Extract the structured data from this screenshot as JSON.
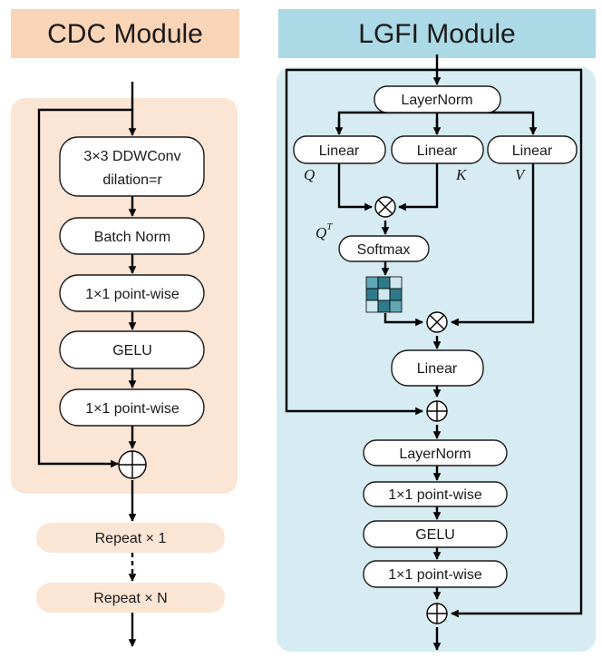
{
  "colors": {
    "cdc_title_bg": "#f9d4b7",
    "cdc_panel_bg": "#fbe5d5",
    "repeat_bg": "#fbe5d5",
    "lgfi_title_bg": "#acd9e6",
    "lgfi_panel_bg": "#d6ebf2",
    "matrix_dark": "#2e7a8a",
    "matrix_mid": "#5fa7b5",
    "matrix_light": "#cfe7ee"
  },
  "cdc": {
    "title": "CDC Module",
    "conv_line1": "3×3 DDWConv",
    "conv_line2": "dilation=r",
    "batch_norm": "Batch Norm",
    "pointwise1": "1×1 point-wise",
    "gelu": "GELU",
    "pointwise2": "1×1 point-wise",
    "repeat1": "Repeat × 1",
    "repeatN": "Repeat × N"
  },
  "lgfi": {
    "title": "LGFI Module",
    "layernorm1": "LayerNorm",
    "linear_q": "Linear",
    "linear_k": "Linear",
    "linear_v": "Linear",
    "q": "Q",
    "k": "K",
    "v": "V",
    "qt_base": "Q",
    "qt_sup": "T",
    "softmax": "Softmax",
    "linear_out": "Linear",
    "layernorm2": "LayerNorm",
    "pointwise1": "1×1 point-wise",
    "gelu": "GELU",
    "pointwise2": "1×1 point-wise"
  },
  "icons": {
    "multiply": "circled-times-icon",
    "add": "circled-plus-icon",
    "matrix": "attention-matrix-icon"
  }
}
